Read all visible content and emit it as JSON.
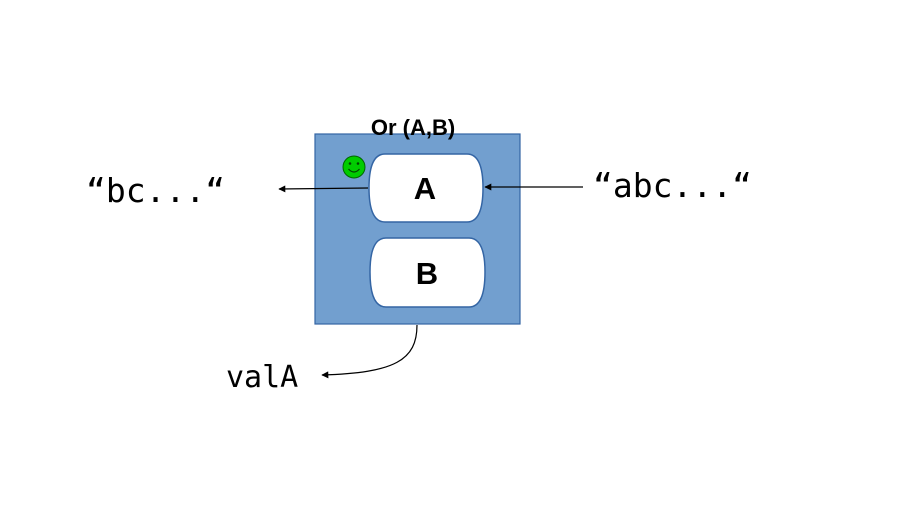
{
  "diagram": {
    "or_label": "Or (A,B)",
    "node_a_label": "A",
    "node_b_label": "B",
    "input_string": "“abc...“",
    "output_string": "“bc...“",
    "result_label": "valA"
  },
  "colors": {
    "box_fill": "#729fcf",
    "box_stroke": "#3465a4",
    "node_fill": "#ffffff",
    "node_stroke": "#3465a4",
    "arrow": "#000000",
    "smiley_fill": "#00cc00",
    "smiley_stroke": "#006600"
  },
  "icons": {
    "status": "smiley-icon"
  }
}
